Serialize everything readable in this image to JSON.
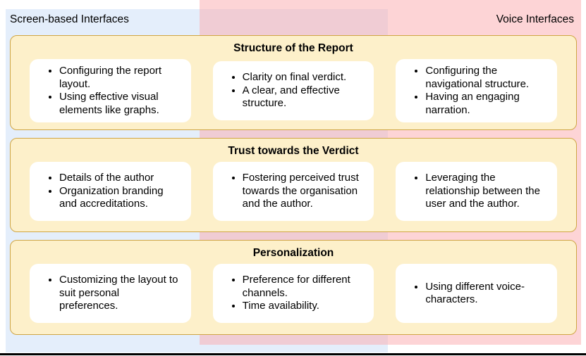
{
  "header": {
    "left_label": "Screen-based Interfaces",
    "right_label": "Voice Interfaces"
  },
  "colors": {
    "screen_column_bg": "#e4eefb",
    "voice_column_bg": "#fdd5d6",
    "column_overlap_bg": "#efccd4",
    "panel_fill": "#fdf0ca",
    "panel_border": "#cfa544",
    "card_bg": "#ffffff",
    "text": "#000000",
    "bottom_rule": "#000000"
  },
  "rows": [
    {
      "title": "Structure of the Report",
      "cards": [
        {
          "bullets": [
            "Configuring the report layout.",
            "Using effective visual elements like graphs."
          ]
        },
        {
          "bullets": [
            "Clarity on final verdict.",
            "A clear, and effective structure."
          ]
        },
        {
          "bullets": [
            "Configuring the navigational structure.",
            "Having an engaging narration."
          ]
        }
      ]
    },
    {
      "title": "Trust towards the Verdict",
      "cards": [
        {
          "bullets": [
            "Details of the author",
            "Organization branding and accreditations."
          ]
        },
        {
          "bullets": [
            "Fostering perceived trust towards the organisation and the author."
          ]
        },
        {
          "bullets": [
            "Leveraging the relationship between the user and the author."
          ]
        }
      ]
    },
    {
      "title": "Personalization",
      "cards": [
        {
          "bullets": [
            "Customizing the layout to suit personal preferences."
          ]
        },
        {
          "bullets": [
            "Preference for different channels.",
            "Time availability."
          ]
        },
        {
          "bullets": [
            "Using different voice-characters."
          ]
        }
      ]
    }
  ]
}
